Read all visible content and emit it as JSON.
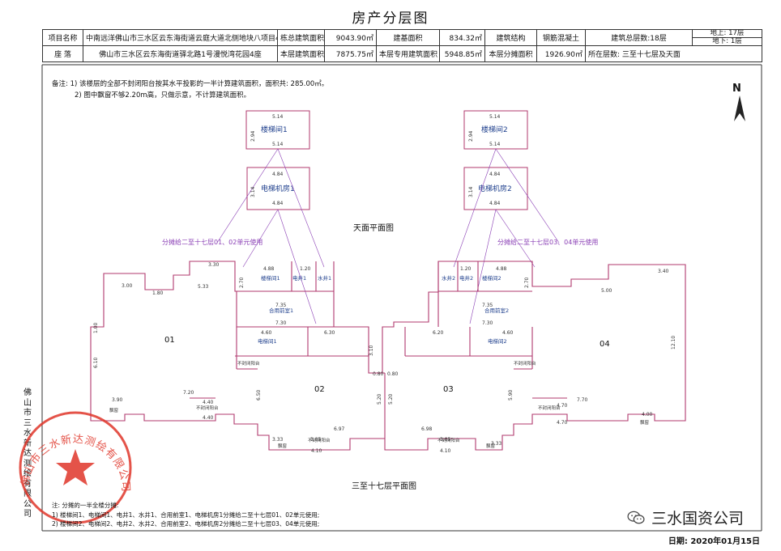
{
  "title": "房产分层图",
  "info": {
    "project_label": "项目名称",
    "project_value": "中南远洋佛山市三水区云东海街道云庭大道北侧地块八项目4座",
    "total_area_label": "栋总建筑面积",
    "total_area_value": "9043.90㎡",
    "base_area_label": "建基面积",
    "base_area_value": "834.32㎡",
    "structure_label": "建筑结构",
    "structure_value": "钢筋混凝土",
    "floors_label": "建筑总层数:18层",
    "above_label": "地上: 17层",
    "below_label": "地下: 1层",
    "location_label": "座 落",
    "location_value": "佛山市三水区云东海街道驿北路1号漫悦湾花园4座",
    "floor_area_label": "本层建筑面积",
    "floor_area_value": "7875.75㎡",
    "private_area_label": "本层专用建筑面积",
    "private_area_value": "5948.85㎡",
    "shared_area_label": "本层分摊面积",
    "shared_area_value": "1926.90㎡",
    "floor_no_label": "所在层数: 三至十七层及天面"
  },
  "notes": [
    "备注: 1) 该楼层的全部不封闭阳台按其水平投影的一半计算建筑面积，面积共: 285.00㎡。",
    "2) 图中飘窗不够2.20m高，只做示意，不计算建筑面积。"
  ],
  "north": "N",
  "plan": {
    "roof_title": "天面平面图",
    "floor_title": "三至十七层平面图",
    "stair1": "楼梯间1",
    "stair2": "楼梯间2",
    "elev_room1": "电梯机房1",
    "elev_room2": "电梯机房2",
    "share_left": "分摊给二至十七层01、02单元使用",
    "share_right": "分摊给二至十七层03、04单元使用",
    "units": [
      "01",
      "02",
      "03",
      "04"
    ],
    "hall1": "合用前室1",
    "hall2": "合用前室2",
    "elevator1": "电梯间1",
    "elevator2": "电梯间2",
    "elec1": "电井1",
    "water1": "水井1",
    "elec2": "电井2",
    "water2": "水井2",
    "bay": "飘窗",
    "balcony": "不封闭阳台",
    "dims": {
      "s1_w": "5.14",
      "s1_h": "2.94",
      "er_w": "4.84",
      "er_h": "3.14",
      "d330": "3.30",
      "d300": "3.00",
      "d180": "1.80",
      "d533": "5.33",
      "d270": "2.70",
      "d735": "7.35",
      "d730": "7.30",
      "d460": "4.60",
      "d630": "6.30",
      "d620": "6.20",
      "d310": "3.10",
      "d080": "0.80",
      "d520": "5.20",
      "d697": "6.97",
      "d698": "6.98",
      "d390": "3.90",
      "d720": "7.20",
      "d440": "4.40",
      "d770": "7.70",
      "d470": "4.70",
      "d400": "4.00",
      "d500": "5.00",
      "d340": "3.40",
      "d1210": "12.10",
      "d610": "6.10",
      "d650": "6.50",
      "d590": "5.90",
      "d333": "3.33",
      "d385": "3.85",
      "d410": "4.10",
      "d488": "4.88",
      "d120": "1.20",
      "d100": "1.00"
    }
  },
  "bottom_notes": [
    "注: 分摊的一半全楼分摊:",
    "1) 楼梯间1、电梯间1、电井1、水井1、合用前室1、电梯机房1分摊给二至十七层01、02单元使用;",
    "2) 楼梯间2、电梯间2、电井2、水井2、合用前室2、电梯机房2分摊给二至十七层03、04单元使用;"
  ],
  "side_text": "佛山市三水新达测绘有限公司",
  "seal_text": "佛山市三水新达测绘有限公司",
  "wechat_label": "三水国资公司",
  "date": "日期: 2020年01月15日",
  "colors": {
    "line": "#b0396e",
    "share": "#8a3fb5",
    "blue": "#1d3e8c",
    "seal": "#e0362a"
  }
}
